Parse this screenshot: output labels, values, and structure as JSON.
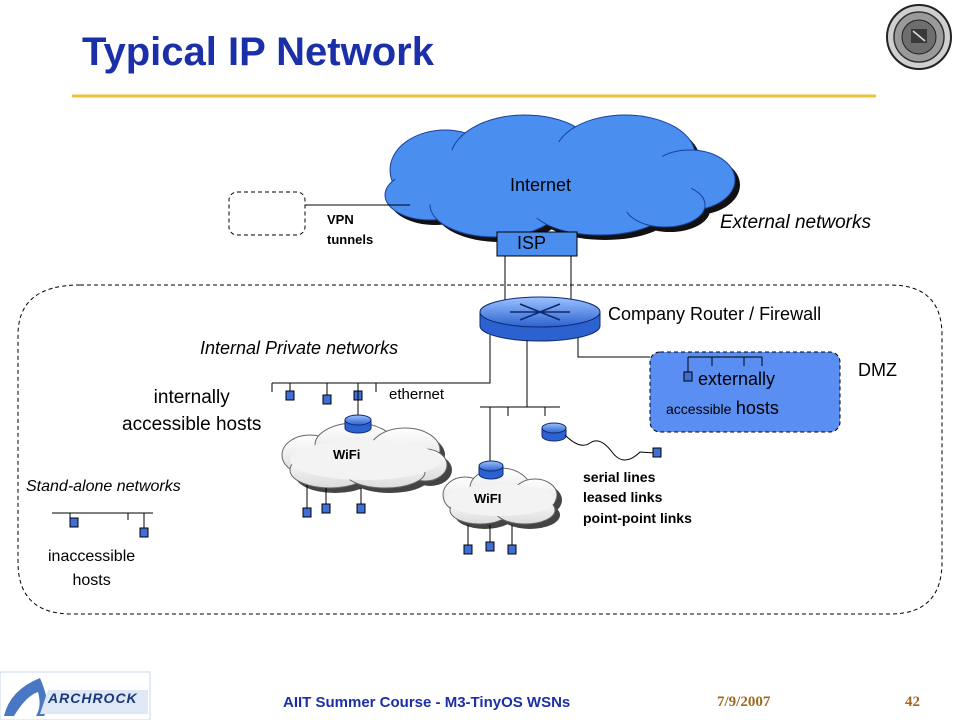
{
  "slide": {
    "title": "Typical IP Network",
    "footer": {
      "course": "AIIT Summer Course - M3-TinyOS WSNs",
      "date": "7/9/2007",
      "page": "42"
    },
    "logo_text": "ARCHROCK"
  },
  "diagram": {
    "internet": "Internet",
    "isp": "ISP",
    "vpn": "VPN\ntunnels",
    "external_networks": "External networks",
    "company_router": "Company Router / Firewall",
    "internal_private": "Internal Private networks",
    "dmz": "DMZ",
    "externally_line1": "externally",
    "externally_line2_small": "accessible",
    "externally_line2_big": "hosts",
    "internally": "internally\naccessible hosts",
    "ethernet": "ethernet",
    "wifi_left": "WiFi",
    "wifi_mid": "WiFI",
    "serial": "serial lines\nleased links\npoint-point links",
    "standalone": "Stand-alone networks",
    "inaccessible": "inaccessible\nhosts"
  },
  "colors": {
    "title": "#1b2fa8",
    "cloud": "#4a8ef0",
    "host": "#3f6fd6",
    "dmz_fill": "#5b8ef2",
    "footer_date": "#a06a1e",
    "rule": "#e8c23a"
  }
}
